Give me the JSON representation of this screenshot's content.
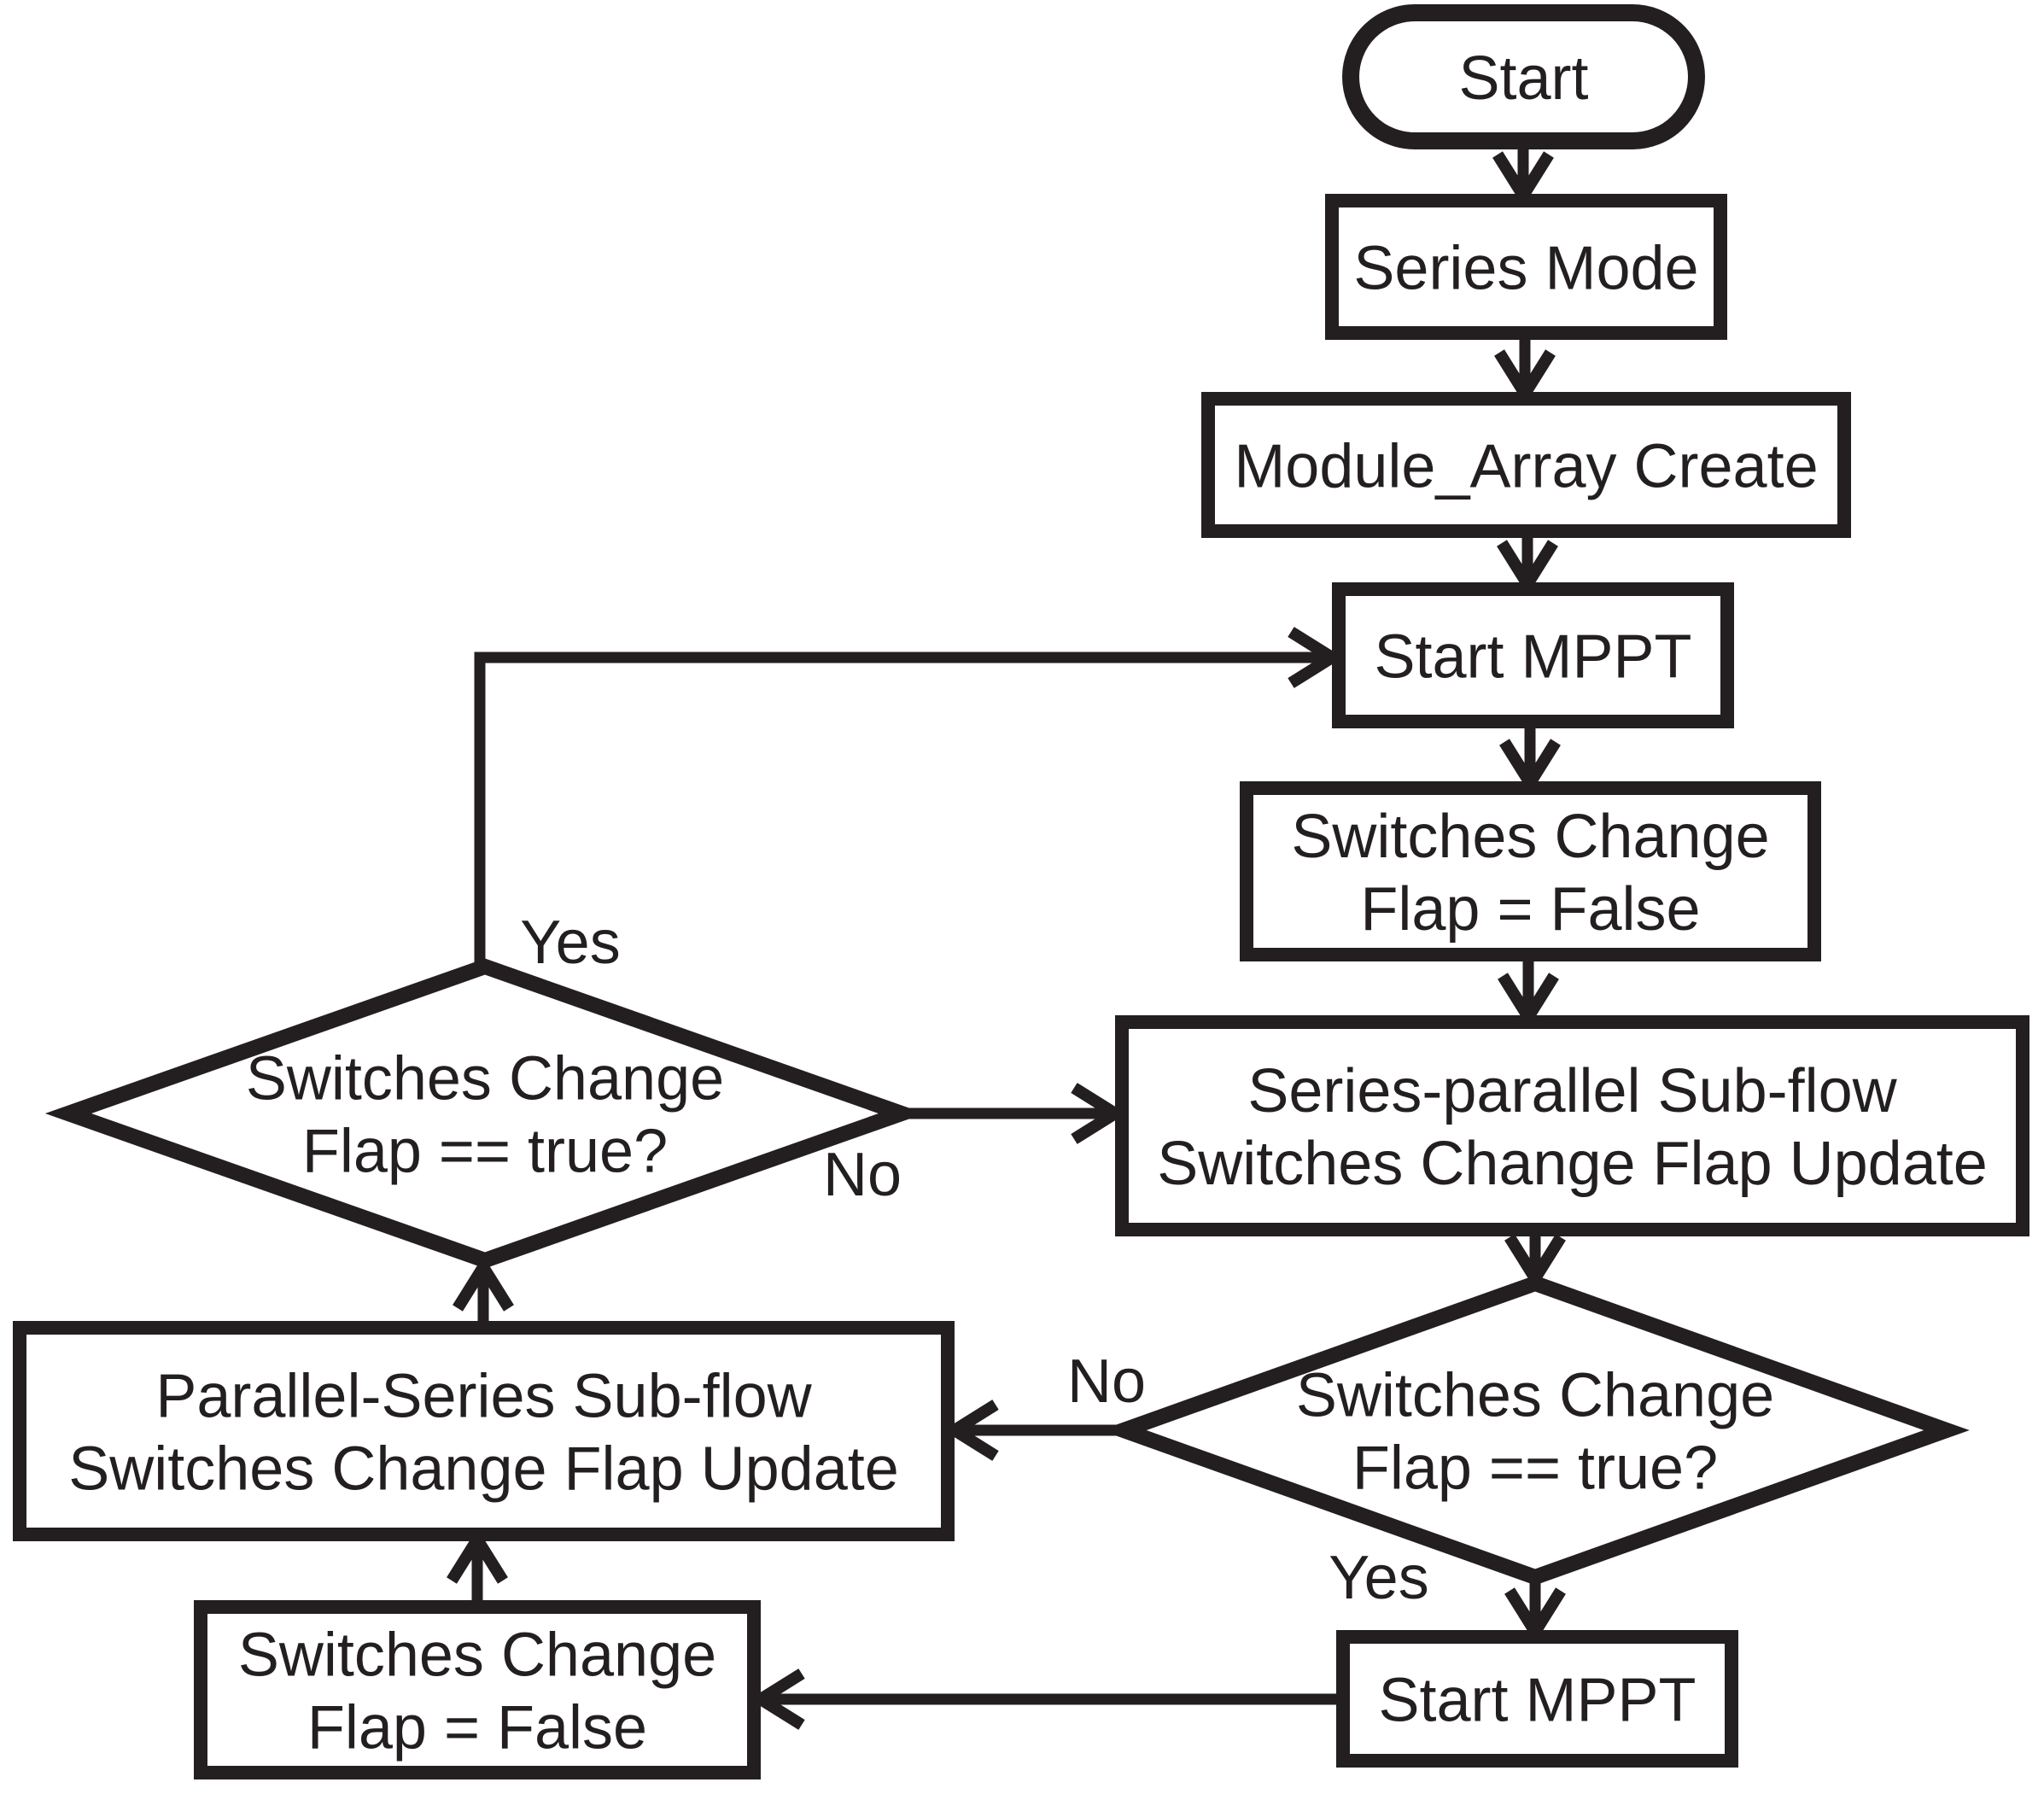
{
  "diagram": {
    "background": "#ffffff",
    "line_color": "#231f20",
    "nodes": [
      {
        "id": "start",
        "type": "terminator",
        "label": [
          "Start"
        ]
      },
      {
        "id": "series-mode",
        "type": "process",
        "label": [
          "Series Mode"
        ]
      },
      {
        "id": "module-array-create",
        "type": "process",
        "label": [
          "Module_Array Create"
        ]
      },
      {
        "id": "start-mppt-top",
        "type": "process",
        "label": [
          "Start MPPT"
        ]
      },
      {
        "id": "switches-change-flap-false-right",
        "type": "process",
        "label": [
          "Switches Change",
          "Flap = False"
        ]
      },
      {
        "id": "series-parallel-subflow",
        "type": "process",
        "label": [
          "Series-parallel Sub-flow",
          "Switches Change Flap Update"
        ]
      },
      {
        "id": "switches-change-flap-true-right",
        "type": "decision",
        "label": [
          "Switches Change",
          "Flap == true?"
        ]
      },
      {
        "id": "start-mppt-bottom",
        "type": "process",
        "label": [
          "Start MPPT"
        ]
      },
      {
        "id": "switches-change-flap-false-left",
        "type": "process",
        "label": [
          "Switches Change",
          "Flap = False"
        ]
      },
      {
        "id": "parallel-series-subflow",
        "type": "process",
        "label": [
          "Parallel-Series Sub-flow",
          "Switches Change Flap Update"
        ]
      },
      {
        "id": "switches-change-flap-true-left",
        "type": "decision",
        "label": [
          "Switches Change",
          "Flap == true?"
        ]
      }
    ],
    "edges": [
      {
        "id": "start-to-series-mode",
        "from": "start",
        "to": "series-mode",
        "label": ""
      },
      {
        "id": "series-mode-to-module-array",
        "from": "series-mode",
        "to": "module-array-create",
        "label": ""
      },
      {
        "id": "module-array-to-start-mppt",
        "from": "module-array-create",
        "to": "start-mppt-top",
        "label": ""
      },
      {
        "id": "start-mppt-to-flap-false",
        "from": "start-mppt-top",
        "to": "switches-change-flap-false-right",
        "label": ""
      },
      {
        "id": "flap-false-to-series-parallel",
        "from": "switches-change-flap-false-right",
        "to": "series-parallel-subflow",
        "label": ""
      },
      {
        "id": "series-parallel-to-decision",
        "from": "series-parallel-subflow",
        "to": "switches-change-flap-true-right",
        "label": ""
      },
      {
        "id": "decision-right-yes",
        "from": "switches-change-flap-true-right",
        "to": "start-mppt-bottom",
        "label": "Yes"
      },
      {
        "id": "decision-right-no",
        "from": "switches-change-flap-true-right",
        "to": "parallel-series-subflow",
        "label": "No"
      },
      {
        "id": "start-mppt-bottom-to-flap-false-left",
        "from": "start-mppt-bottom",
        "to": "switches-change-flap-false-left",
        "label": ""
      },
      {
        "id": "flap-false-left-to-parallel-series",
        "from": "switches-change-flap-false-left",
        "to": "parallel-series-subflow",
        "label": ""
      },
      {
        "id": "parallel-series-to-decision-left",
        "from": "parallel-series-subflow",
        "to": "switches-change-flap-true-left",
        "label": ""
      },
      {
        "id": "decision-left-yes",
        "from": "switches-change-flap-true-left",
        "to": "start-mppt-top",
        "label": "Yes"
      },
      {
        "id": "decision-left-no",
        "from": "switches-change-flap-true-left",
        "to": "series-parallel-subflow",
        "label": "No"
      }
    ]
  }
}
